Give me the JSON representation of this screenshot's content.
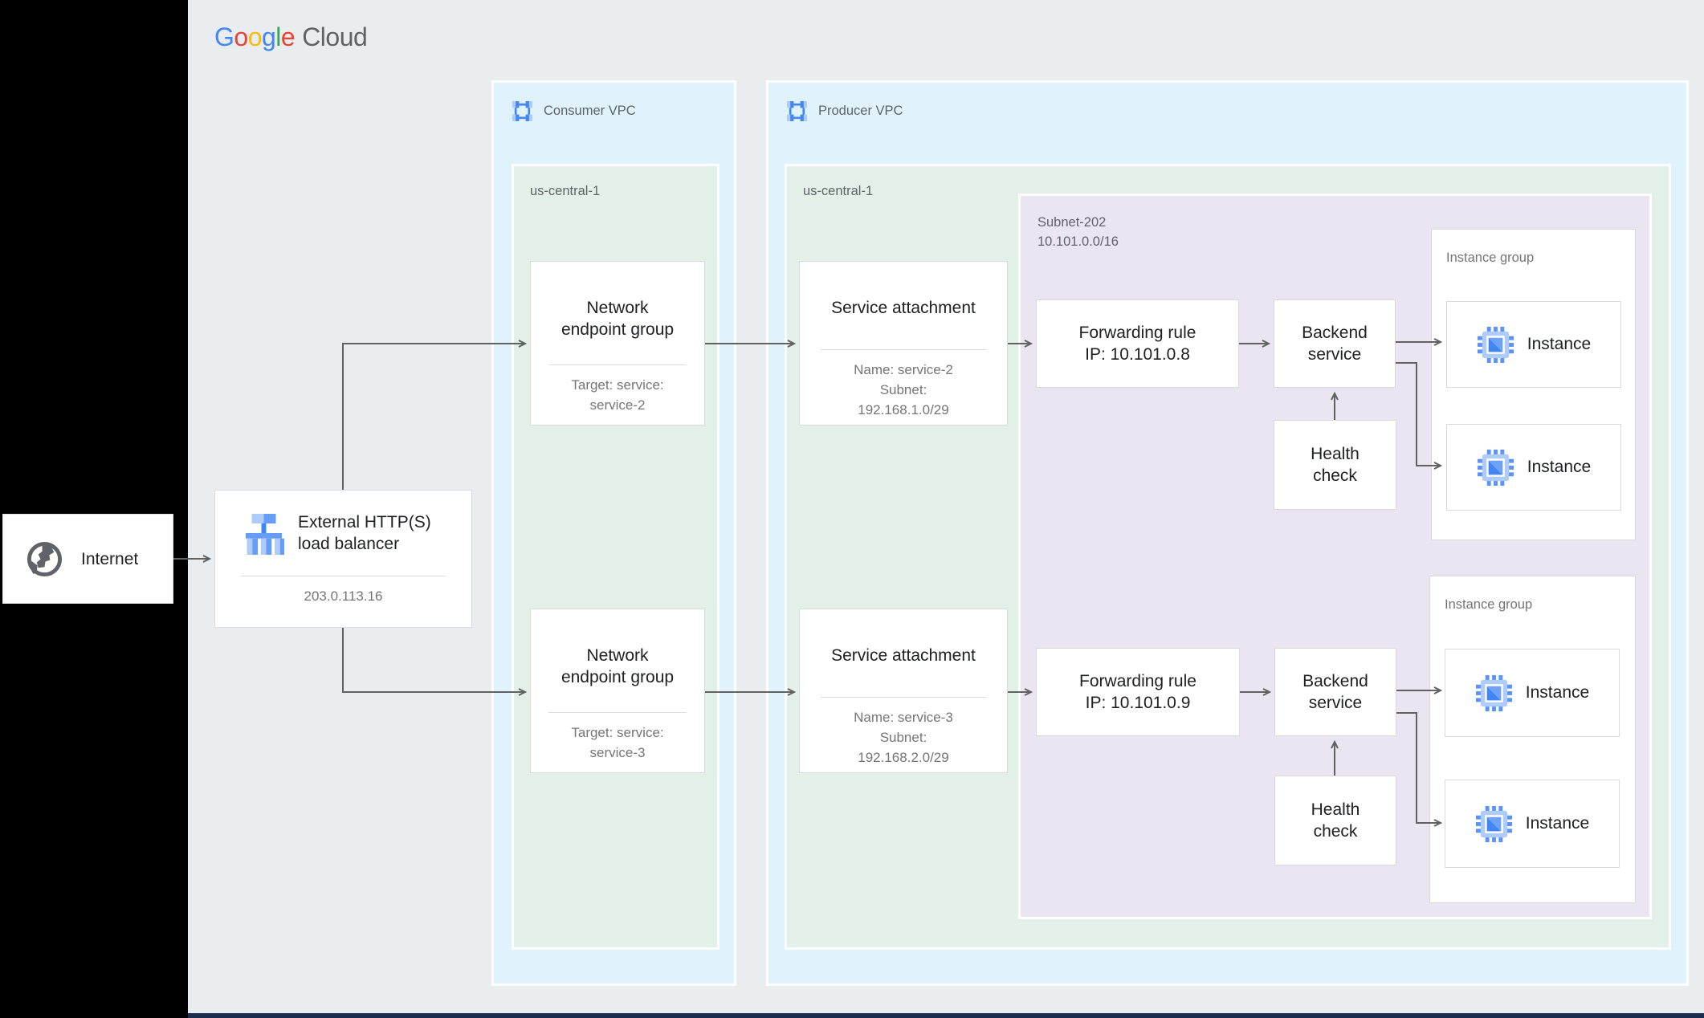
{
  "logo": {
    "letters": [
      {
        "ch": "G",
        "color": "#4285F4"
      },
      {
        "ch": "o",
        "color": "#EA4335"
      },
      {
        "ch": "o",
        "color": "#FBBC05"
      },
      {
        "ch": "g",
        "color": "#4285F4"
      },
      {
        "ch": "l",
        "color": "#34A853"
      },
      {
        "ch": "e",
        "color": "#EA4335"
      }
    ],
    "cloud": "Cloud"
  },
  "internet": {
    "label": "Internet"
  },
  "load_balancer": {
    "title": "External HTTP(S)\nload balancer",
    "ip": "203.0.113.16"
  },
  "consumer_vpc": {
    "label": "Consumer VPC",
    "region": "us-central-1",
    "negs": [
      {
        "title": "Network\nendpoint group",
        "subtitle": "Target: service:\nservice-2"
      },
      {
        "title": "Network\nendpoint group",
        "subtitle": "Target: service:\nservice-3"
      }
    ]
  },
  "producer_vpc": {
    "label": "Producer VPC",
    "region": "us-central-1",
    "service_attachments": [
      {
        "title": "Service attachment",
        "details": "Name: service-2\nSubnet:\n192.168.1.0/29"
      },
      {
        "title": "Service attachment",
        "details": "Name: service-3\nSubnet:\n192.168.2.0/29"
      }
    ],
    "subnet": {
      "label": "Subnet-202\n10.101.0.0/16",
      "forwarding_rules": [
        {
          "text": "Forwarding rule\nIP: 10.101.0.8"
        },
        {
          "text": "Forwarding rule\nIP: 10.101.0.9"
        }
      ],
      "backend_services": [
        {
          "text": "Backend\nservice"
        },
        {
          "text": "Backend\nservice"
        }
      ],
      "health_checks": [
        {
          "text": "Health\ncheck"
        },
        {
          "text": "Health\ncheck"
        }
      ]
    },
    "instance_groups": [
      {
        "label": "Instance group",
        "instances": [
          "Instance",
          "Instance"
        ]
      },
      {
        "label": "Instance group",
        "instances": [
          "Instance",
          "Instance"
        ]
      }
    ]
  },
  "colors": {
    "canvas": "#e9edef",
    "vpc_panel": "#e0f3fd",
    "region": "#e3f0e8",
    "subnet": "#ebe5f2",
    "arrow": "#616161",
    "icon_blue": "#4285f4",
    "icon_blue_mid": "#669df6",
    "icon_blue_light": "#aecbfa",
    "bottom_bar": "#1b2d4f"
  }
}
